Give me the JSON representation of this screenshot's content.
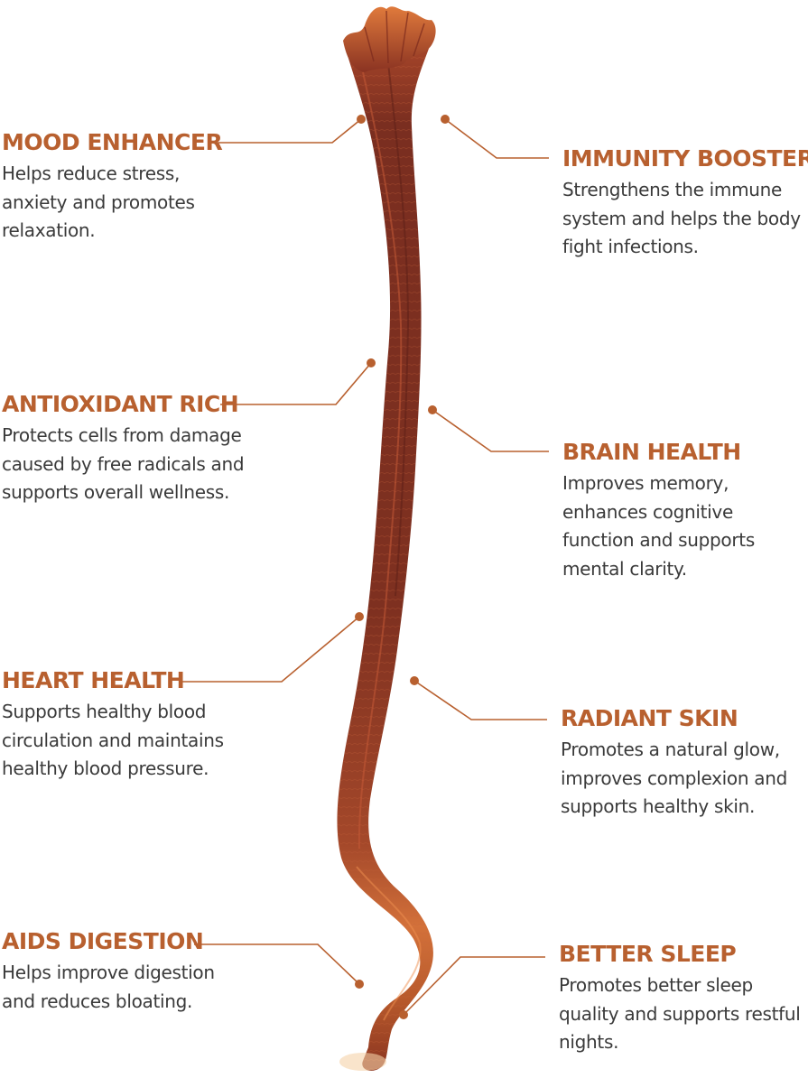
{
  "colors": {
    "accent": "#b8602f",
    "body_text": "#3a3a3a",
    "connector": "#b8602f",
    "stem_dark": "#6e2a1e",
    "stem_mid": "#8e3a26",
    "stem_light": "#d7703a"
  },
  "benefits": {
    "mood": {
      "title": "MOOD ENHANCER",
      "desc": "Helps reduce stress, anxiety and promotes relaxation."
    },
    "antioxidant": {
      "title": "ANTIOXIDANT RICH",
      "desc": "Protects cells from damage caused by free radicals and supports overall wellness."
    },
    "heart": {
      "title": "HEART HEALTH",
      "desc": "Supports healthy blood circulation and maintains healthy blood pressure."
    },
    "digestion": {
      "title": "AIDS DIGESTION",
      "desc": "Helps improve digestion and reduces bloating."
    },
    "immunity": {
      "title": "IMMUNITY BOOSTER",
      "desc": "Strengthens the immune system and helps the body fight infections."
    },
    "brain": {
      "title": "BRAIN HEALTH",
      "desc": "Improves memory, enhances cognitive function and supports mental clarity."
    },
    "skin": {
      "title": "RADIANT SKIN",
      "desc": "Promotes a natural glow, improves complexion and supports healthy skin."
    },
    "sleep": {
      "title": "BETTER SLEEP",
      "desc": "Promotes better sleep quality and supports restful nights."
    }
  },
  "illustration": {
    "icon": "herb-stem-illustration"
  }
}
